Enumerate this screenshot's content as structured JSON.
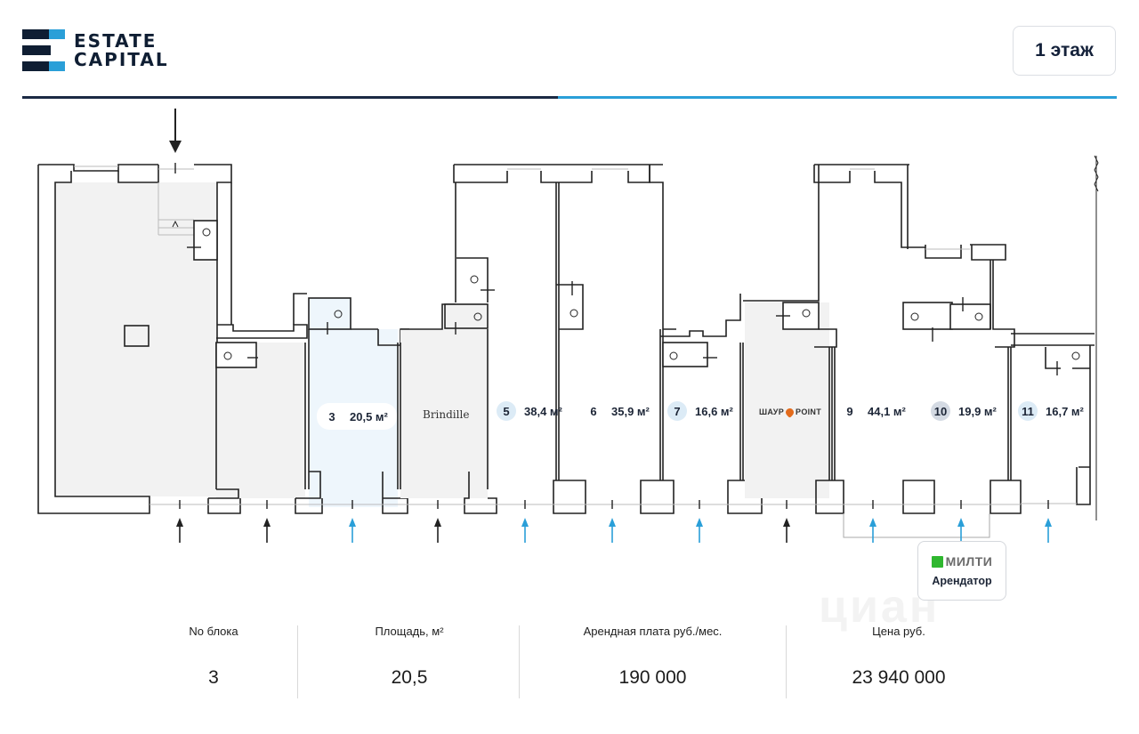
{
  "header": {
    "brand_line1": "ESTATE",
    "brand_line2": "CAPITAL",
    "floor_button": "1 этаж",
    "colors": {
      "navy": "#0f1e33",
      "blue": "#2a9fd8"
    }
  },
  "plan": {
    "units": [
      {
        "number": "3",
        "area": "20,5 м²",
        "status": "selected"
      },
      {
        "number": "5",
        "area": "38,4 м²",
        "status": "available"
      },
      {
        "number": "6",
        "area": "35,9 м²",
        "status": "available"
      },
      {
        "number": "7",
        "area": "16,6 м²",
        "status": "available"
      },
      {
        "number": "9",
        "area": "44,1 м²",
        "status": "available"
      },
      {
        "number": "10",
        "area": "19,9 м²",
        "status": "available"
      },
      {
        "number": "11",
        "area": "16,7 м²",
        "status": "available"
      }
    ],
    "tenant_labels": {
      "brindille": "Brindille",
      "shaurma_left": "ШАУР",
      "shaurma_right": "POINT"
    },
    "tenant_card": {
      "brand": "МИЛТИ",
      "role": "Арендатор"
    },
    "colors": {
      "selected_fill": "#eef6fc",
      "occupied_fill": "#f2f2f2",
      "entrance_blue": "#2a9fd8"
    }
  },
  "info": {
    "block_label": "No блока",
    "block_value": "3",
    "area_label": "Площадь, м²",
    "area_value": "20,5",
    "rent_label": "Арендная плата руб./мес.",
    "rent_value": "190 000",
    "price_label": "Цена руб.",
    "price_value": "23 940 000"
  },
  "watermark": "циан"
}
